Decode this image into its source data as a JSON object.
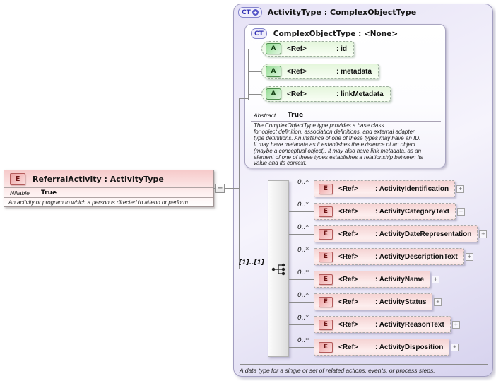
{
  "diagram": {
    "left_element": {
      "badge": "E",
      "title": "ReferralActivity : ActivityType",
      "property_label": "Nillable",
      "property_value": "True",
      "description": "An activity or program to which a person is directed to attend or perform."
    },
    "toggle_minus": "−",
    "outer_type": {
      "badge": "CT",
      "badge_plus": "+",
      "title": "ActivityType : ComplexObjectType",
      "annotation": "A data type for a single or set of related actions, events, or process steps."
    },
    "base_type": {
      "badge": "CT",
      "title": "ComplexObjectType : <None>",
      "property_label": "Abstract",
      "property_value": "True",
      "description": "The ComplexObjectType type provides a base class\nfor object definition, association definitions, and external adapter\ntype definitions. An instance of one of these types may have an ID.\nIt may have metadata as it establishes the existence of an object\n(maybe a conceptual object). It may also have link metadata, as an\nelement of one of these types establishes a relationship between its\nvalue and its context.",
      "attributes": [
        {
          "badge": "A",
          "ref": "<Ref>",
          "name": ": id"
        },
        {
          "badge": "A",
          "ref": "<Ref>",
          "name": ": metadata"
        },
        {
          "badge": "A",
          "ref": "<Ref>",
          "name": ": linkMetadata"
        }
      ]
    },
    "sequence": {
      "cardinality": "[1]..[1]",
      "elements": [
        {
          "badge": "E",
          "occurs": "0..*",
          "ref": "<Ref>",
          "name": ": ActivityIdentification",
          "expand": "+"
        },
        {
          "badge": "E",
          "occurs": "0..*",
          "ref": "<Ref>",
          "name": ": ActivityCategoryText",
          "expand": "+"
        },
        {
          "badge": "E",
          "occurs": "0..*",
          "ref": "<Ref>",
          "name": ": ActivityDateRepresentation",
          "expand": "+"
        },
        {
          "badge": "E",
          "occurs": "0..*",
          "ref": "<Ref>",
          "name": ": ActivityDescriptionText",
          "expand": "+"
        },
        {
          "badge": "E",
          "occurs": "0..*",
          "ref": "<Ref>",
          "name": ": ActivityName",
          "expand": "+"
        },
        {
          "badge": "E",
          "occurs": "0..*",
          "ref": "<Ref>",
          "name": ": ActivityStatus",
          "expand": "+"
        },
        {
          "badge": "E",
          "occurs": "0..*",
          "ref": "<Ref>",
          "name": ": ActivityReasonText",
          "expand": "+"
        },
        {
          "badge": "E",
          "occurs": "0..*",
          "ref": "<Ref>",
          "name": ": ActivityDisposition",
          "expand": "+"
        }
      ]
    },
    "colors": {
      "element_fill": "#f5d3d3",
      "attribute_fill": "#e4f6dc",
      "container_fill": "#dcd8f2",
      "element_badge_border": "#b35b5b",
      "attribute_badge_border": "#4c8c4c",
      "type_badge_blue": "#3232b4"
    }
  }
}
